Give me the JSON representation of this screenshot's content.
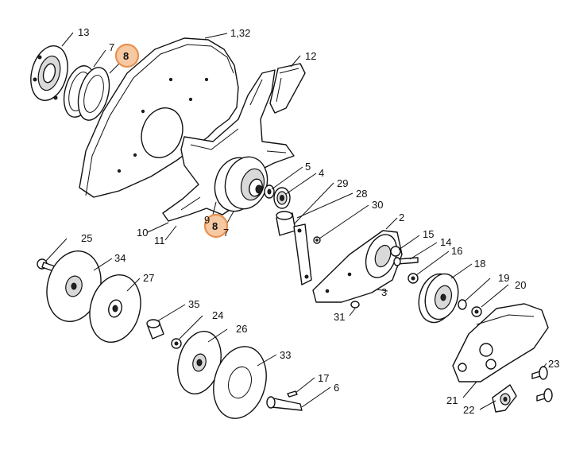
{
  "diagram": {
    "highlight_color": "#e8914f",
    "callouts": {
      "c13": "13",
      "c7_top": "7",
      "c8_top": "8",
      "c1_32": "1,32",
      "c12": "12",
      "c5": "5",
      "c4": "4",
      "c29": "29",
      "c28": "28",
      "c30": "30",
      "c2": "2",
      "c15": "15",
      "c14": "14",
      "c16": "16",
      "c10": "10",
      "c11": "11",
      "c9": "9",
      "c8_bottom": "8",
      "c7_bottom": "7",
      "c25": "25",
      "c34": "34",
      "c27": "27",
      "c18": "18",
      "c3": "3",
      "c19": "19",
      "c20": "20",
      "c31": "31",
      "c35": "35",
      "c24": "24",
      "c26": "26",
      "c33": "33",
      "c17": "17",
      "c6": "6",
      "c23": "23",
      "c21": "21",
      "c22": "22"
    }
  }
}
